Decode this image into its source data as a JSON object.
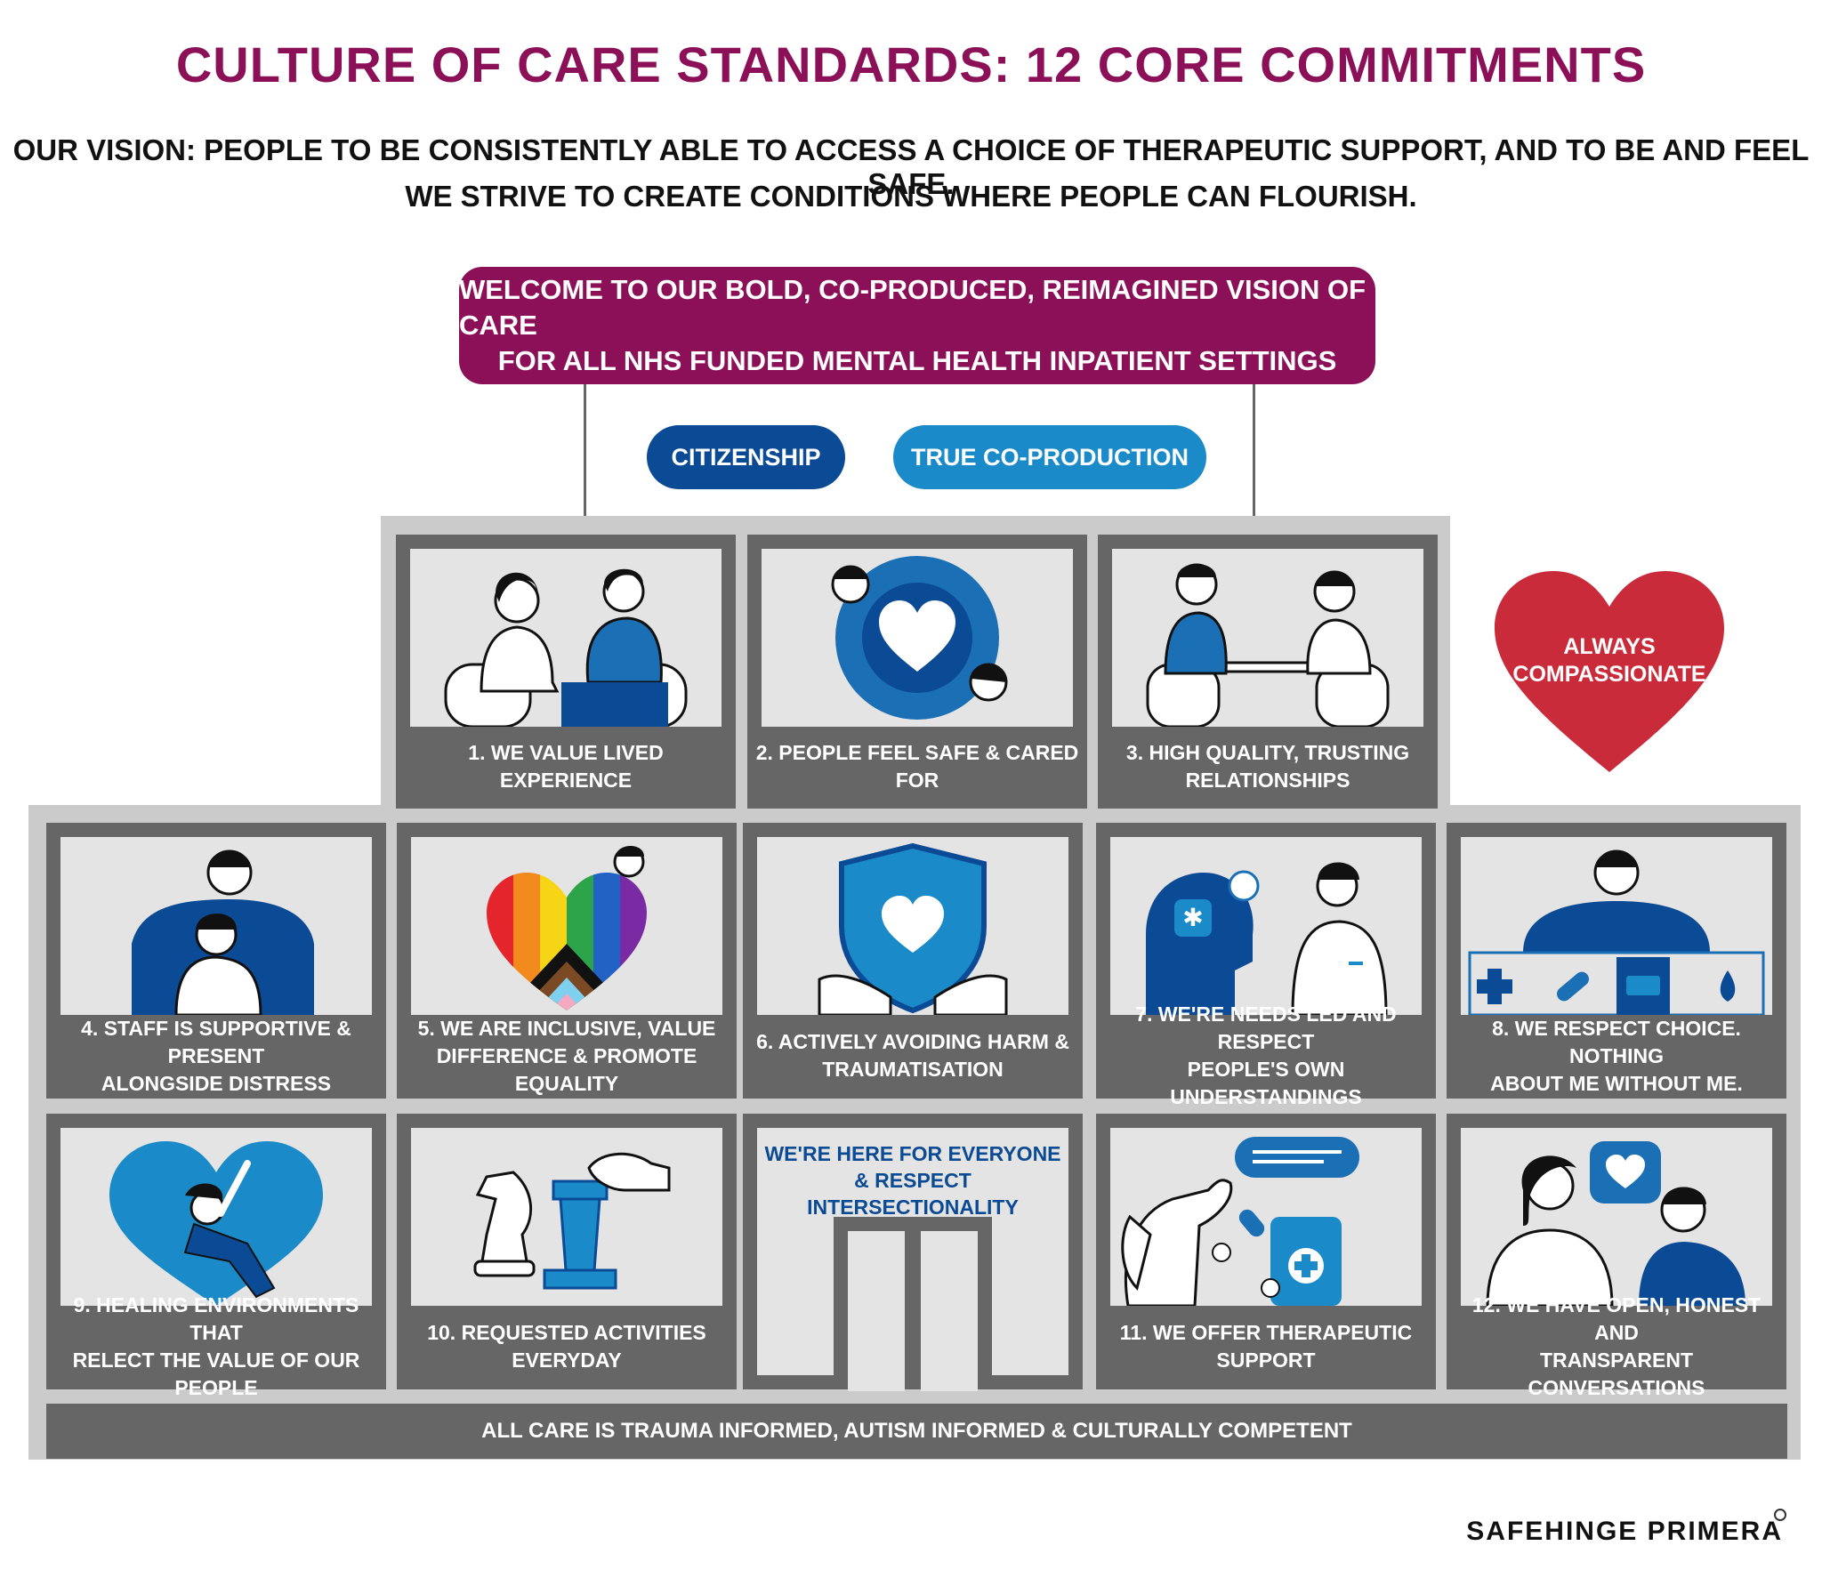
{
  "title": "CULTURE OF CARE STANDARDS: 12 CORE COMMITMENTS",
  "vision": {
    "line1": "OUR VISION: PEOPLE TO BE CONSISTENTLY ABLE TO ACCESS A CHOICE OF THERAPEUTIC SUPPORT, AND TO BE AND FEEL SAFE.",
    "line2": "WE STRIVE TO CREATE CONDITIONS WHERE PEOPLE CAN FLOURISH."
  },
  "welcome": {
    "line1": "WELCOME TO OUR BOLD, CO-PRODUCED, REIMAGINED VISION OF CARE",
    "line2": "FOR ALL NHS FUNDED MENTAL HEALTH INPATIENT SETTINGS"
  },
  "pillars": {
    "citizenship": "CITIZENSHIP",
    "coproduction": "TRUE CO-PRODUCTION"
  },
  "heart": {
    "line1": "ALWAYS",
    "line2": "COMPASSIONATE"
  },
  "commitments": {
    "c1": "1. WE VALUE LIVED EXPERIENCE",
    "c2": "2. PEOPLE FEEL SAFE & CARED FOR",
    "c3": "3. HIGH QUALITY, TRUSTING\nRELATIONSHIPS",
    "c4": "4. STAFF IS SUPPORTIVE & PRESENT\nALONGSIDE DISTRESS",
    "c5": "5. WE ARE INCLUSIVE, VALUE\nDIFFERENCE & PROMOTE EQUALITY",
    "c6": "6. ACTIVELY AVOIDING HARM &\nTRAUMATISATION",
    "c7": "7. WE'RE NEEDS LED AND RESPECT\nPEOPLE'S OWN UNDERSTANDINGS",
    "c8": "8. WE RESPECT CHOICE. NOTHING\nABOUT ME WITHOUT ME.",
    "c9": "9. HEALING ENVIRONMENTS THAT\nRELECT THE VALUE OF OUR PEOPLE",
    "c10": "10. REQUESTED ACTIVITIES EVERYDAY",
    "c11": "11. WE OFFER THERAPEUTIC SUPPORT",
    "c12": "12. WE HAVE OPEN, HONEST AND\nTRANSPARENT CONVERSATIONS"
  },
  "door_sign": {
    "line1": "WE'RE HERE FOR EVERYONE",
    "line2": "& RESPECT INTERSECTIONALITY"
  },
  "foundation": "ALL CARE IS TRAUMA INFORMED, AUTISM INFORMED & CULTURALLY COMPETENT",
  "brand": "SAFEHINGE PRIMERA",
  "colors": {
    "title": "#8b1058",
    "welcome_bg": "#8b1058",
    "citizenship_bg": "#0b4a94",
    "coproduction_bg": "#1a8ac8",
    "heart": "#c92b3a",
    "tile_bg": "#666666",
    "art_bg": "#e4e4e4",
    "frame": "#cbcbcb",
    "icon_blue": "#1a6fb5",
    "icon_dark_blue": "#0b4a94"
  },
  "icons": {
    "c1": "two-people-talking-icon",
    "c2": "heart-circle-embrace-icon",
    "c3": "people-at-table-icon",
    "c4": "hug-icon",
    "c5": "rainbow-heart-icon",
    "c6": "shield-heart-hands-icon",
    "c7": "head-medical-writing-icon",
    "c8": "choice-cards-icon",
    "c9": "heart-figure-icon",
    "c10": "chess-pieces-icon",
    "c11": "dog-medicine-icon",
    "c12": "conversation-heart-icon"
  }
}
